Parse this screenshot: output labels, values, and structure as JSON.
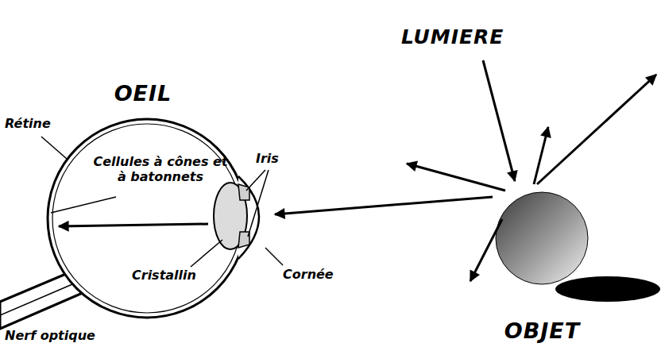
{
  "diagram": {
    "nodes": [
      {
        "text": [
          "OEIL"
        ]
      },
      {
        "text": [
          "OBJET"
        ]
      }
    ],
    "edges": [
      {
        "from": 1,
        "to": 0,
        "arrow": "to"
      }
    ],
    "labels": [
      "LUMIERE",
      "Rétine",
      "Cellules à cônes et à batonnets",
      "Iris",
      "Cristallin",
      "Cornée",
      "Nerf optique"
    ]
  }
}
